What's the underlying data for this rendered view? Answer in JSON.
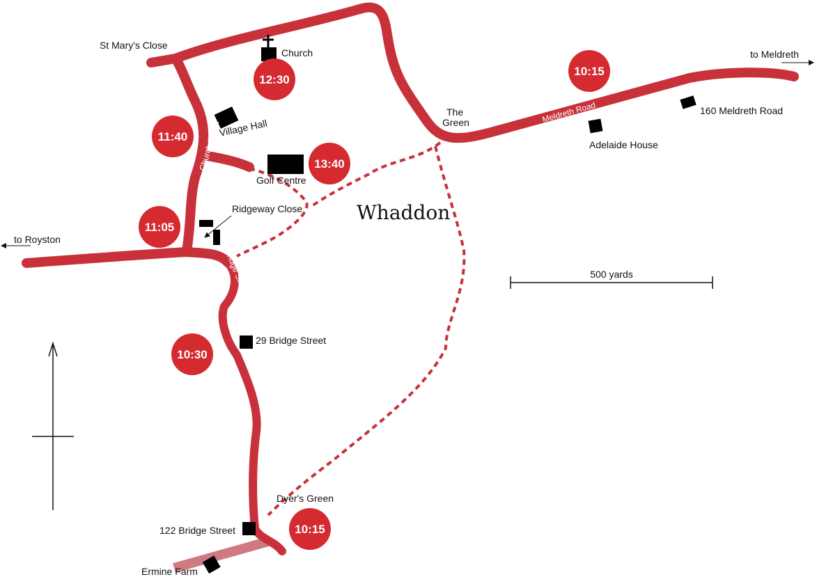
{
  "map": {
    "title": "Whaddon",
    "colors": {
      "road": "#c8313a",
      "road_faded": "#cf7a82",
      "badge": "#d42a30",
      "building": "#000000"
    },
    "roads": {
      "meldreth_road": "Meldreth Road",
      "church_street": "Church Street",
      "bridge_street": "Bridge Street"
    },
    "directions": {
      "to_meldreth": "to Meldreth",
      "to_royston": "to Royston"
    },
    "places": {
      "st_marys_close": "St Mary's Close",
      "church": "Church",
      "village_hall": "Village Hall",
      "golf_centre": "Golf Centre",
      "ridgeway_close": "Ridgeway Close",
      "the_green_1": "The",
      "the_green_2": "Green",
      "adelaide_house": "Adelaide House",
      "meldreth_160": "160 Meldreth Road",
      "bridge_29": "29 Bridge Street",
      "dyers_green": "Dyer's Green",
      "bridge_122": "122 Bridge Street",
      "ermine_farm": "Ermine Farm"
    },
    "times": {
      "church": "12:30",
      "church_street": "11:40",
      "golf_centre": "13:40",
      "ridgeway": "11:05",
      "meldreth_road": "10:15",
      "bridge_street": "10:30",
      "dyers_green": "10:15"
    },
    "scale_bar": "500 yards"
  }
}
